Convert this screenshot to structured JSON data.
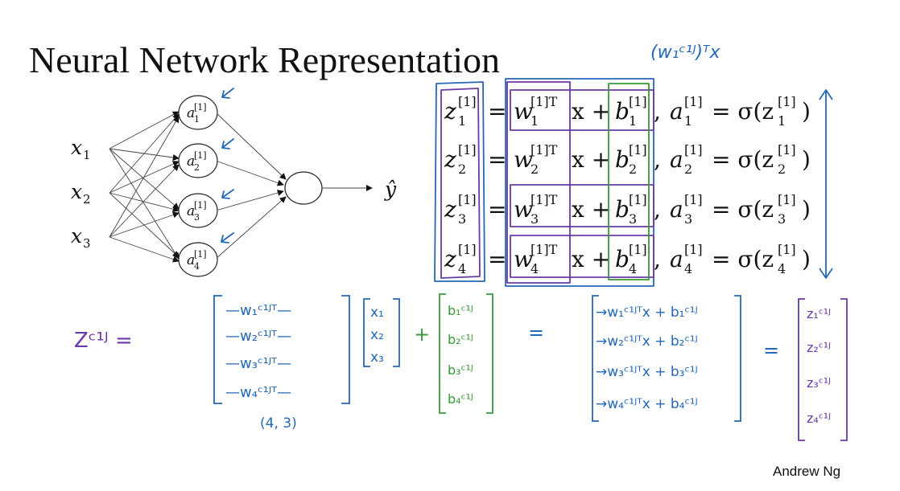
{
  "title": "Neural Network Representation",
  "credit": "Andrew Ng",
  "network": {
    "inputs": [
      {
        "base": "x",
        "sub": "1"
      },
      {
        "base": "x",
        "sub": "2"
      },
      {
        "base": "x",
        "sub": "3"
      }
    ],
    "hidden": [
      {
        "base": "a",
        "sup": "[1]",
        "sub": "1"
      },
      {
        "base": "a",
        "sup": "[1]",
        "sub": "2"
      },
      {
        "base": "a",
        "sup": "[1]",
        "sub": "3"
      },
      {
        "base": "a",
        "sup": "[1]",
        "sub": "4"
      }
    ],
    "output": "ŷ"
  },
  "equations": [
    {
      "z": "z",
      "zsup": "[1]",
      "zsub": "1",
      "w": "w",
      "wsup": "[1]T",
      "wsub": "1",
      "mid": "x +",
      "b": "b",
      "bsup": "[1]",
      "bsub": "1",
      "a": "a",
      "asup": "[1]",
      "asub": "1",
      "rhs": "= σ(z",
      "rsup": "[1]",
      "rsub": "1",
      "close": ")"
    },
    {
      "z": "z",
      "zsup": "[1]",
      "zsub": "2",
      "w": "w",
      "wsup": "[1]T",
      "wsub": "2",
      "mid": "x +",
      "b": "b",
      "bsup": "[1]",
      "bsub": "2",
      "a": "a",
      "asup": "[1]",
      "asub": "2",
      "rhs": "= σ(z",
      "rsup": "[1]",
      "rsub": "2",
      "close": ")"
    },
    {
      "z": "z",
      "zsup": "[1]",
      "zsub": "3",
      "w": "w",
      "wsup": "[1]T",
      "wsub": "3",
      "mid": "x +",
      "b": "b",
      "bsup": "[1]",
      "bsub": "3",
      "a": "a",
      "asup": "[1]",
      "asub": "3",
      "rhs": "= σ(z",
      "rsup": "[1]",
      "rsub": "3",
      "close": ")"
    },
    {
      "z": "z",
      "zsup": "[1]",
      "zsub": "4",
      "w": "w",
      "wsup": "[1]T",
      "wsub": "4",
      "mid": "x +",
      "b": "b",
      "bsup": "[1]",
      "bsub": "4",
      "a": "a",
      "asup": "[1]",
      "asub": "4",
      "rhs": "= σ(z",
      "rsup": "[1]",
      "rsub": "4",
      "close": ")"
    }
  ],
  "annotations": {
    "top_note": "(w₁ᶜ¹ᴶ)ᵀx",
    "z_lhs": "Zᶜ¹ᴶ =",
    "w_rows": [
      "—w₁ᶜ¹ᴶᵀ—",
      "—w₂ᶜ¹ᴶᵀ—",
      "—w₃ᶜ¹ᴶᵀ—",
      "—w₄ᶜ¹ᴶᵀ—"
    ],
    "w_shape": "(4, 3)",
    "x_vec": [
      "x₁",
      "x₂",
      "x₃"
    ],
    "plus": "+",
    "b_vec": [
      "b₁ᶜ¹ᴶ",
      "b₂ᶜ¹ᴶ",
      "b₃ᶜ¹ᴶ",
      "b₄ᶜ¹ᴶ"
    ],
    "eq1": "=",
    "result_rows": [
      "→w₁ᶜ¹ᴶᵀx + b₁ᶜ¹ᴶ",
      "→w₂ᶜ¹ᴶᵀx + b₂ᶜ¹ᴶ",
      "→w₃ᶜ¹ᴶᵀx + b₃ᶜ¹ᴶ",
      "→w₄ᶜ¹ᴶᵀx + b₄ᶜ¹ᴶ"
    ],
    "eq2": "=",
    "z_vec": [
      "z₁ᶜ¹ᴶ",
      "z₂ᶜ¹ᴶ",
      "z₃ᶜ¹ᴶ",
      "z₄ᶜ¹ᴶ"
    ]
  },
  "colors": {
    "ink": "#111111",
    "blue": "#2468b8",
    "purple": "#6a3aa8",
    "green": "#3a9a3a"
  }
}
